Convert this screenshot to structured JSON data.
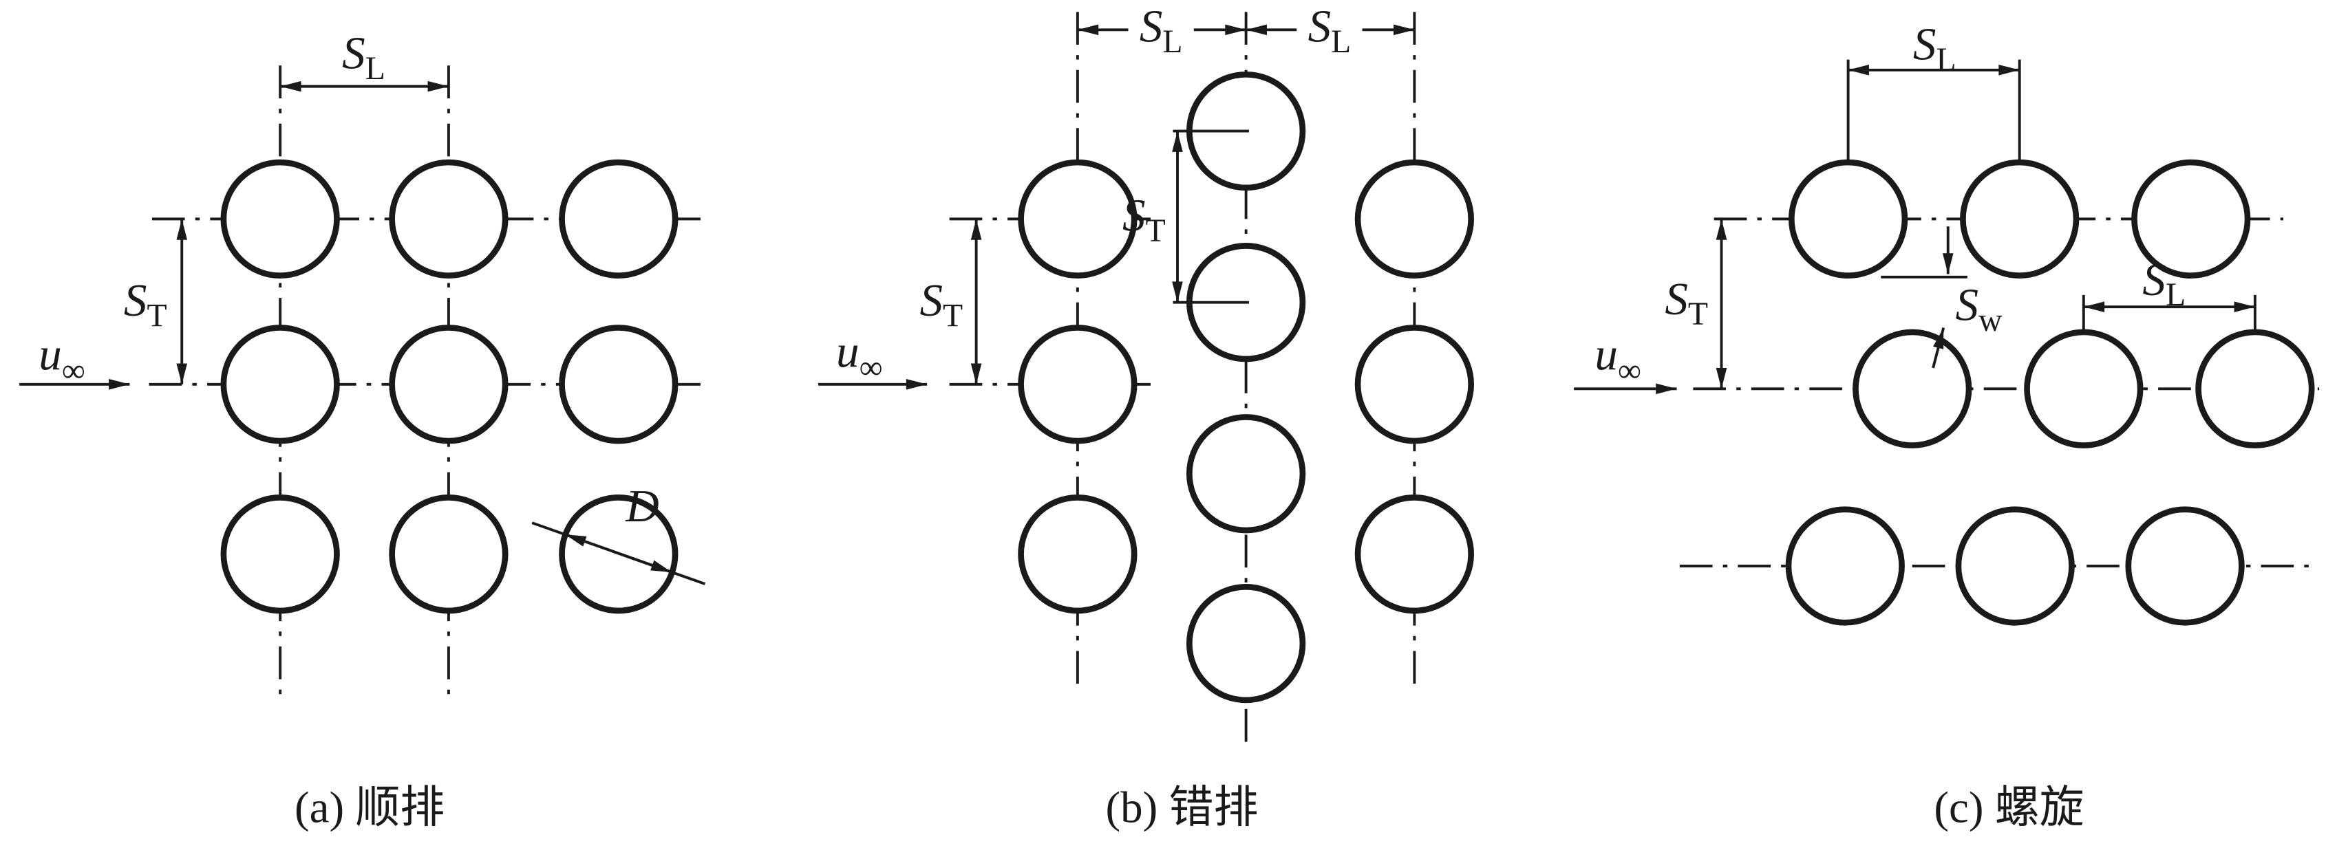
{
  "labels": {
    "SL": {
      "base": "S",
      "sub": "L"
    },
    "ST": {
      "base": "S",
      "sub": "T"
    },
    "SW": {
      "base": "S",
      "sub": "w"
    },
    "U": {
      "base": "u",
      "sub": "∞"
    },
    "D": "D"
  },
  "captions": {
    "a": "(a) 顺排",
    "b": "(b) 错排",
    "c": "(c) 螺旋"
  },
  "colors": {
    "line": "#1a1a1a",
    "background": "#ffffff"
  }
}
